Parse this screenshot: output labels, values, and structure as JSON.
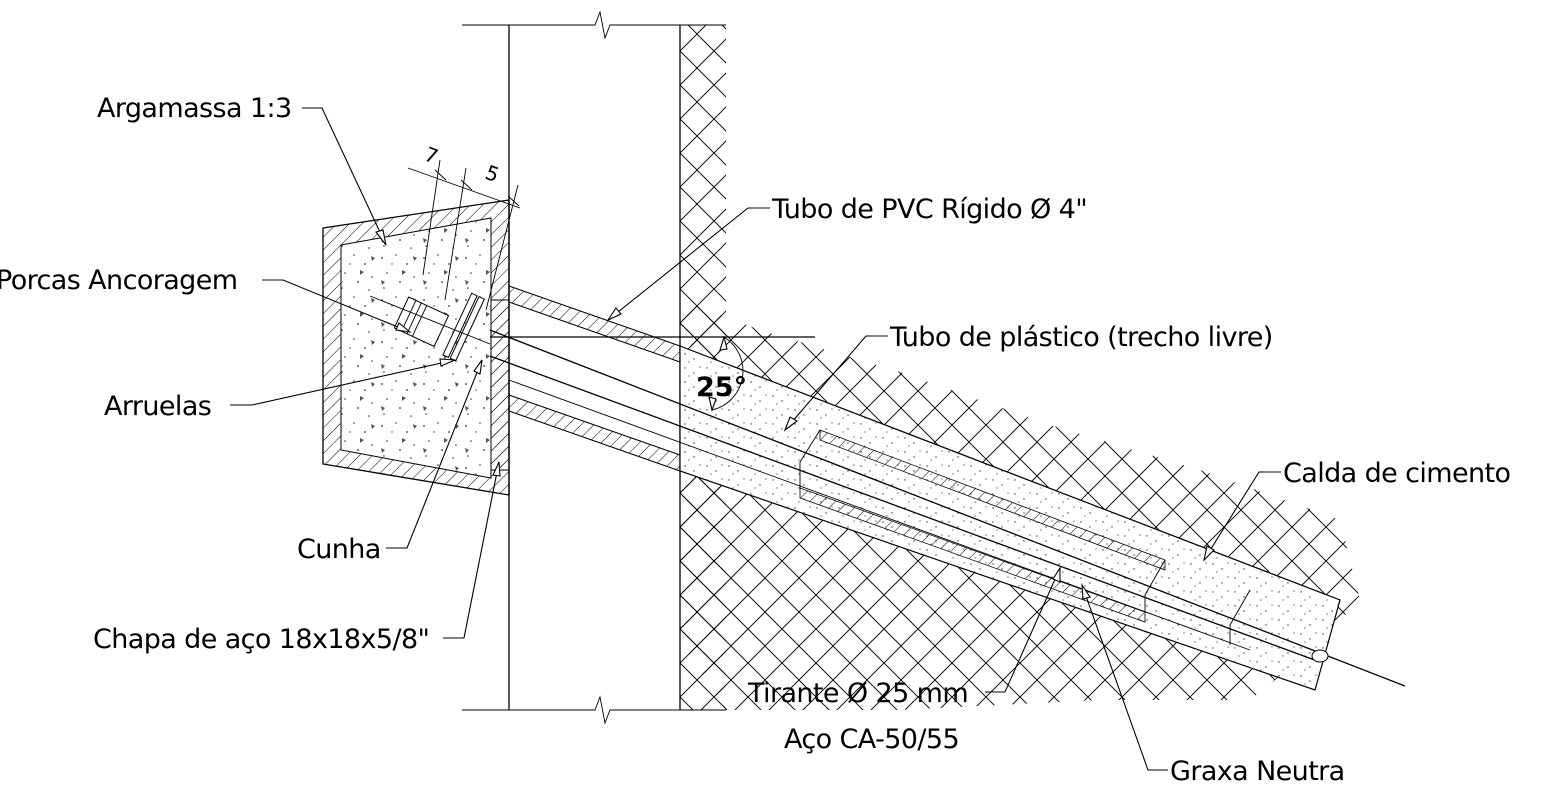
{
  "labels": {
    "argamassa": "Argamassa 1:3",
    "porcas": "Porcas Ancoragem",
    "arruelas": "Arruelas",
    "cunha": "Cunha",
    "chapa": "Chapa de aço 18x18x5/8\"",
    "tubo_pvc": "Tubo de PVC Rígido Ø 4\"",
    "tubo_plastico": "Tubo de plástico (trecho livre)",
    "calda": "Calda de cimento",
    "tirante_1": "Tirante Ø 25 mm",
    "tirante_2": "Aço CA-50/55",
    "graxa": "Graxa Neutra"
  },
  "dimensions": {
    "dim_7": "7",
    "dim_5": "5",
    "angle": "25°"
  }
}
